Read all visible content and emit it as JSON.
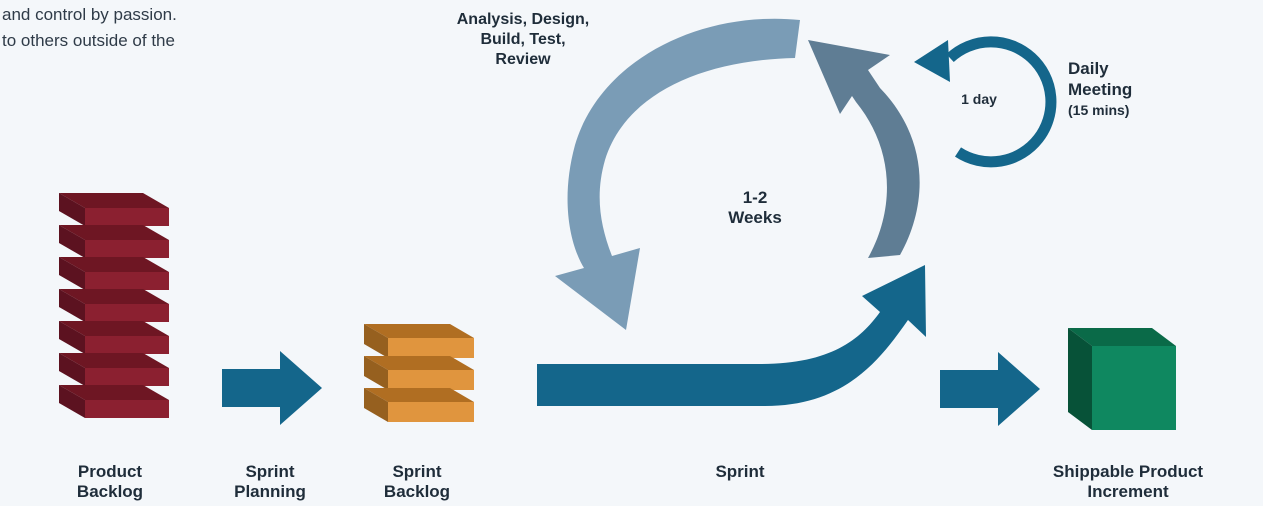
{
  "intro": {
    "line1": "and control by passion.",
    "line2": "to others outside of the"
  },
  "colors": {
    "background": "#f4f7fa",
    "product_backlog": "#8b2030",
    "sprint_backlog": "#e0953e",
    "sprint_arrow": "#14668b",
    "cycle_light": "#7a9cb6",
    "cycle_dark": "#5f7d94",
    "increment": "#0f8860"
  },
  "labels": {
    "analysis_line1": "Analysis, Design,",
    "analysis_line2": "Build, Test,",
    "analysis_line3": "Review",
    "weeks_line1": "1-2",
    "weeks_line2": "Weeks",
    "one_day": "1 day",
    "daily_line1": "Daily",
    "daily_line2": "Meeting",
    "daily_line3": "(15 mins)",
    "product_backlog_line1": "Product",
    "product_backlog_line2": "Backlog",
    "sprint_planning_line1": "Sprint",
    "sprint_planning_line2": "Planning",
    "sprint_backlog_line1": "Sprint",
    "sprint_backlog_line2": "Backlog",
    "sprint": "Sprint",
    "increment_line1": "Shippable Product",
    "increment_line2": "Increment"
  }
}
